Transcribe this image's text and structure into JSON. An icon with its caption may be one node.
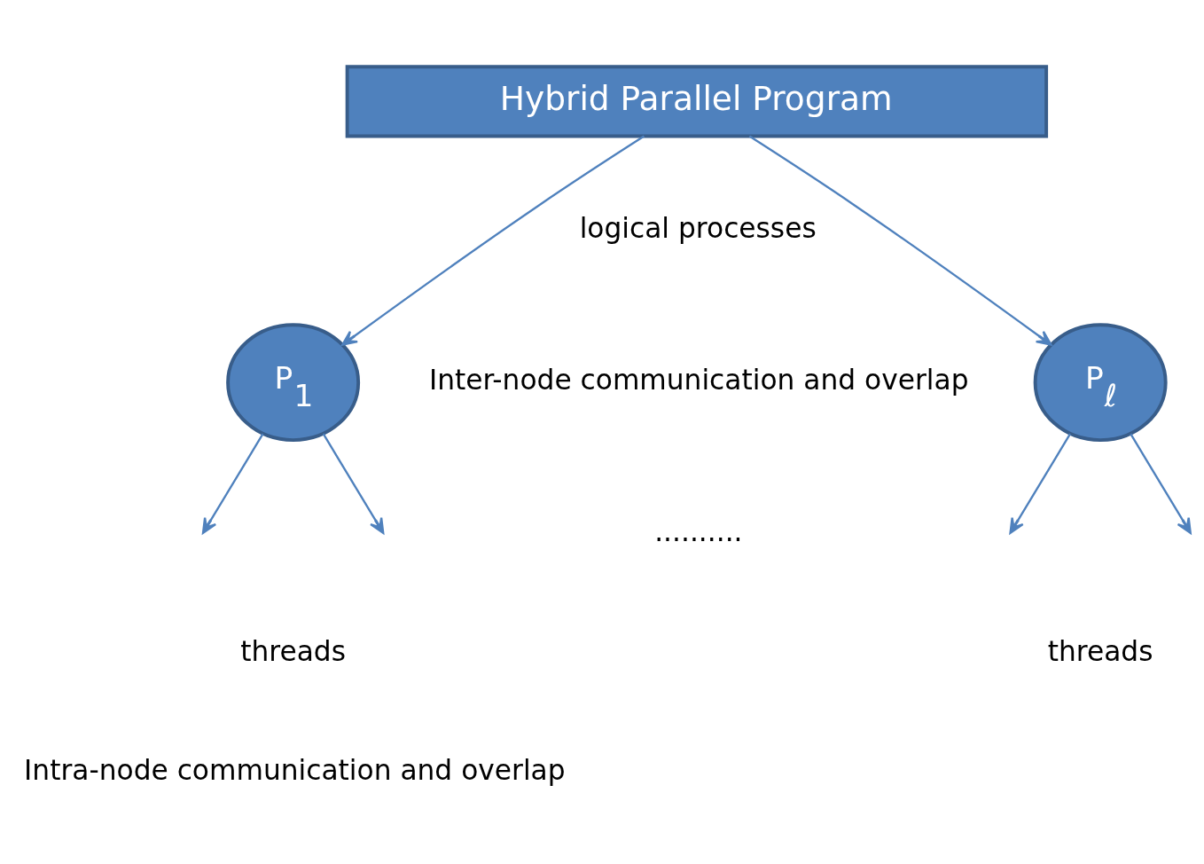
{
  "diagram": {
    "nodes": [
      {
        "text": [
          "Hybrid Parallel Program"
        ]
      },
      {
        "text": [
          "P$_{1}$"
        ]
      },
      {
        "text": [
          "P$_{ℓ}$"
        ]
      }
    ],
    "edges": [
      {
        "from": 0,
        "to": 1,
        "arrow": "to"
      },
      {
        "from": 0,
        "to": 2,
        "arrow": "to"
      },
      {
        "from": 1,
        "to": null,
        "arrow": "to"
      },
      {
        "from": 1,
        "to": null,
        "arrow": "to"
      },
      {
        "from": 2,
        "to": null,
        "arrow": "to"
      },
      {
        "from": 2,
        "to": null,
        "arrow": "to"
      }
    ],
    "labels": [
      "logical processes",
      "Inter-node communication and overlap",
      "..........",
      "threads",
      "threads",
      "Intra-node communication and overlap"
    ]
  }
}
